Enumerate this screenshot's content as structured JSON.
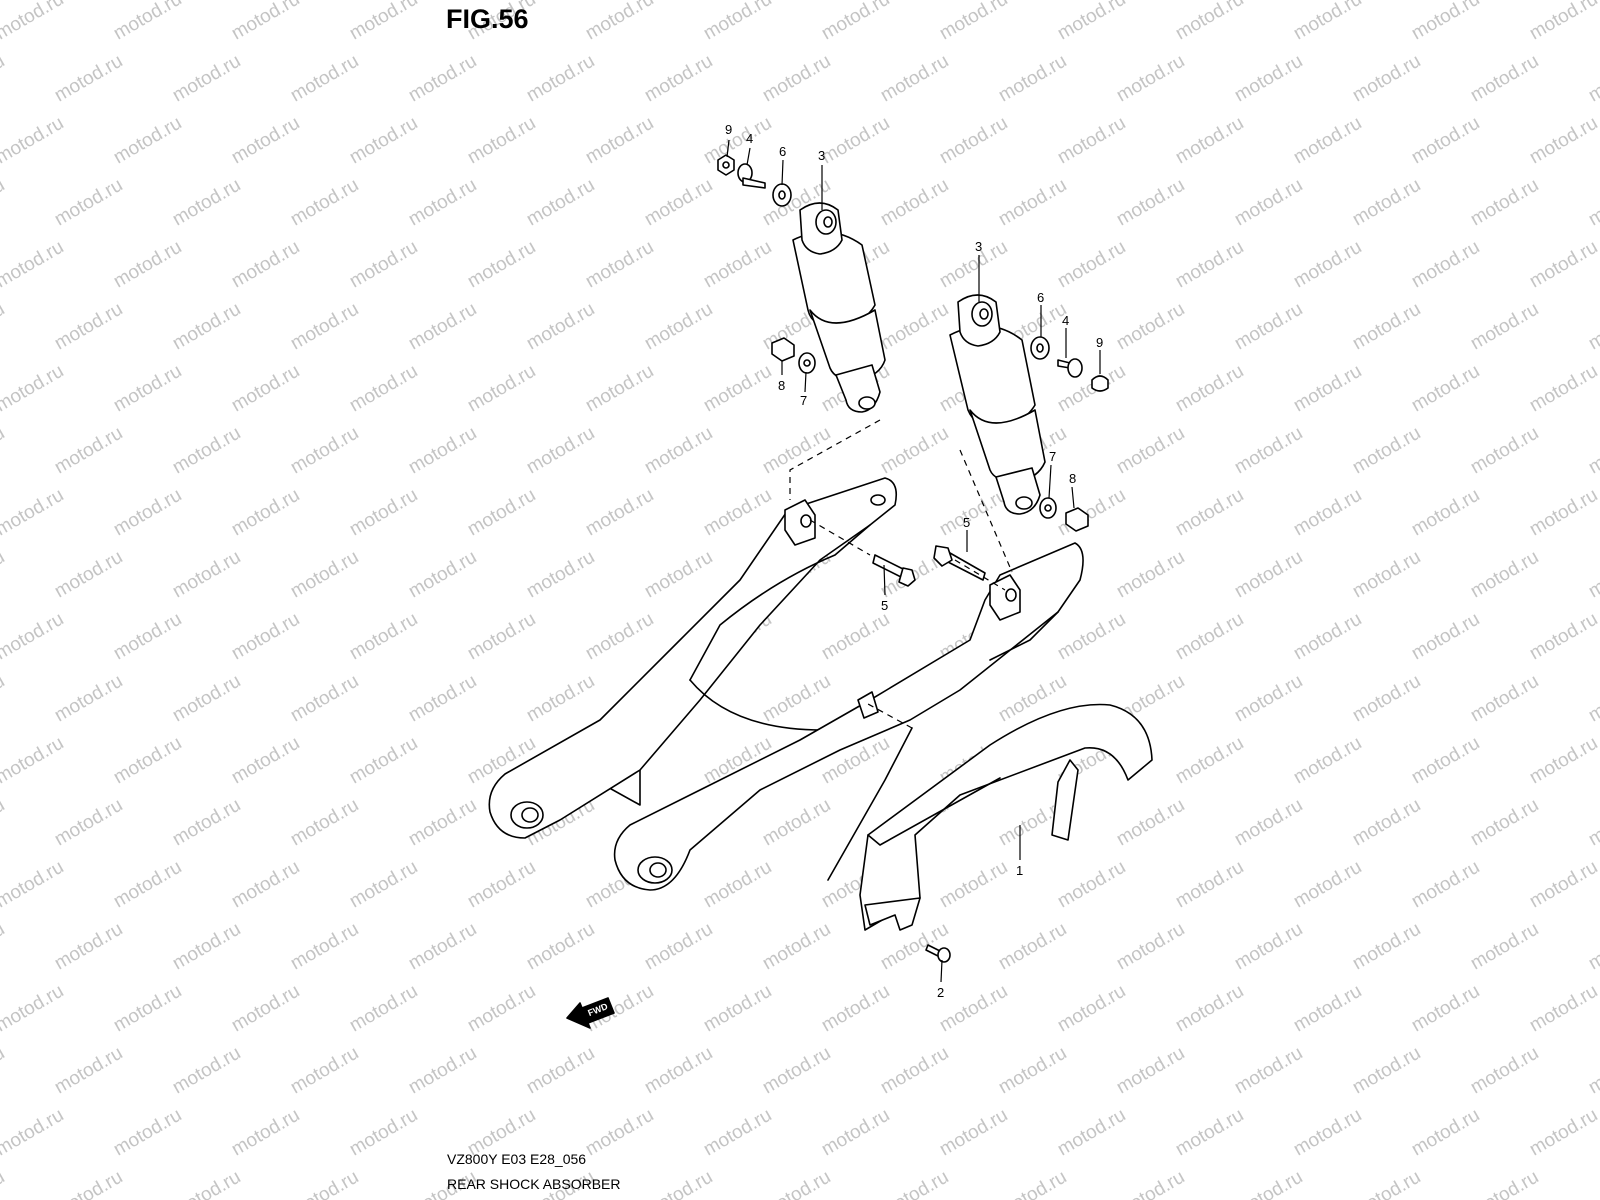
{
  "figure": {
    "title": "FIG.56",
    "model_code": "VZ800Y E03 E28_056",
    "section_title": "REAR SHOCK ABSORBER",
    "watermark_text": "motod.ru",
    "direction_badge": "FWD"
  },
  "callouts": [
    {
      "id": "c9-left",
      "label": "9"
    },
    {
      "id": "c4-left",
      "label": "4"
    },
    {
      "id": "c6-left",
      "label": "6"
    },
    {
      "id": "c3-left",
      "label": "3"
    },
    {
      "id": "c8-left",
      "label": "8"
    },
    {
      "id": "c7-left",
      "label": "7"
    },
    {
      "id": "c3-right",
      "label": "3"
    },
    {
      "id": "c6-right",
      "label": "6"
    },
    {
      "id": "c4-right",
      "label": "4"
    },
    {
      "id": "c9-right",
      "label": "9"
    },
    {
      "id": "c7-right",
      "label": "7"
    },
    {
      "id": "c8-right",
      "label": "8"
    },
    {
      "id": "c5-right",
      "label": "5"
    },
    {
      "id": "c5-left",
      "label": "5"
    },
    {
      "id": "c1",
      "label": "1"
    },
    {
      "id": "c2",
      "label": "2"
    }
  ],
  "colors": {
    "line": "#000000",
    "background": "#ffffff",
    "watermark": "#c4c4c4"
  }
}
